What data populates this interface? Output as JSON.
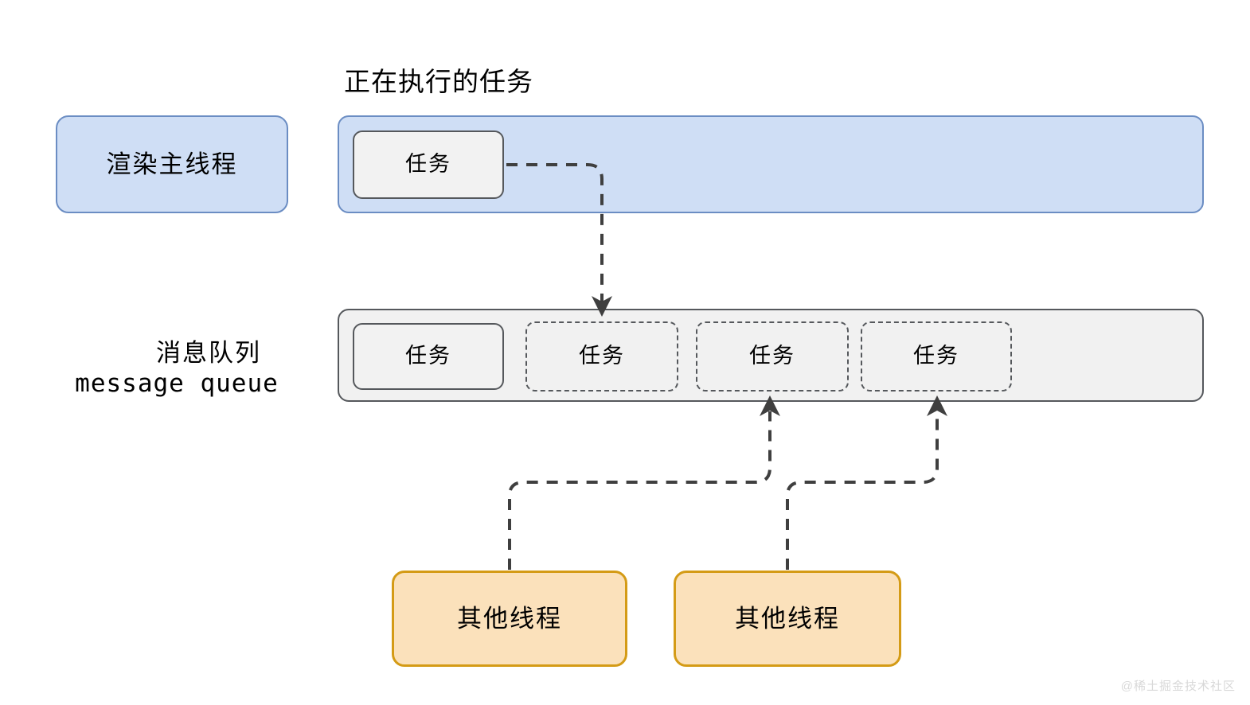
{
  "diagram": {
    "title_running_task": "正在执行的任务",
    "main_thread_label": "渲染主线程",
    "queue_label_cn": "消息队列",
    "queue_label_en": "message queue",
    "running_task_chip": "任务",
    "queue_chips": [
      {
        "label": "任务",
        "style": "solid"
      },
      {
        "label": "任务",
        "style": "dashed"
      },
      {
        "label": "任务",
        "style": "dashed"
      },
      {
        "label": "任务",
        "style": "dashed"
      }
    ],
    "other_threads": [
      {
        "label": "其他线程"
      },
      {
        "label": "其他线程"
      }
    ],
    "watermark": "@稀土掘金技术社区",
    "colors": {
      "thread_fill": "#cfdef5",
      "thread_border": "#6b8dc3",
      "queue_fill": "#f1f1f1",
      "queue_border": "#55585c",
      "chip_fill": "#f2f2f2",
      "chip_border": "#55585c",
      "other_thread_fill": "#fbe1bb",
      "other_thread_border": "#d49b16",
      "connector": "#3f3f3f",
      "watermark": "#d8d8d8",
      "background": "#ffffff"
    }
  }
}
